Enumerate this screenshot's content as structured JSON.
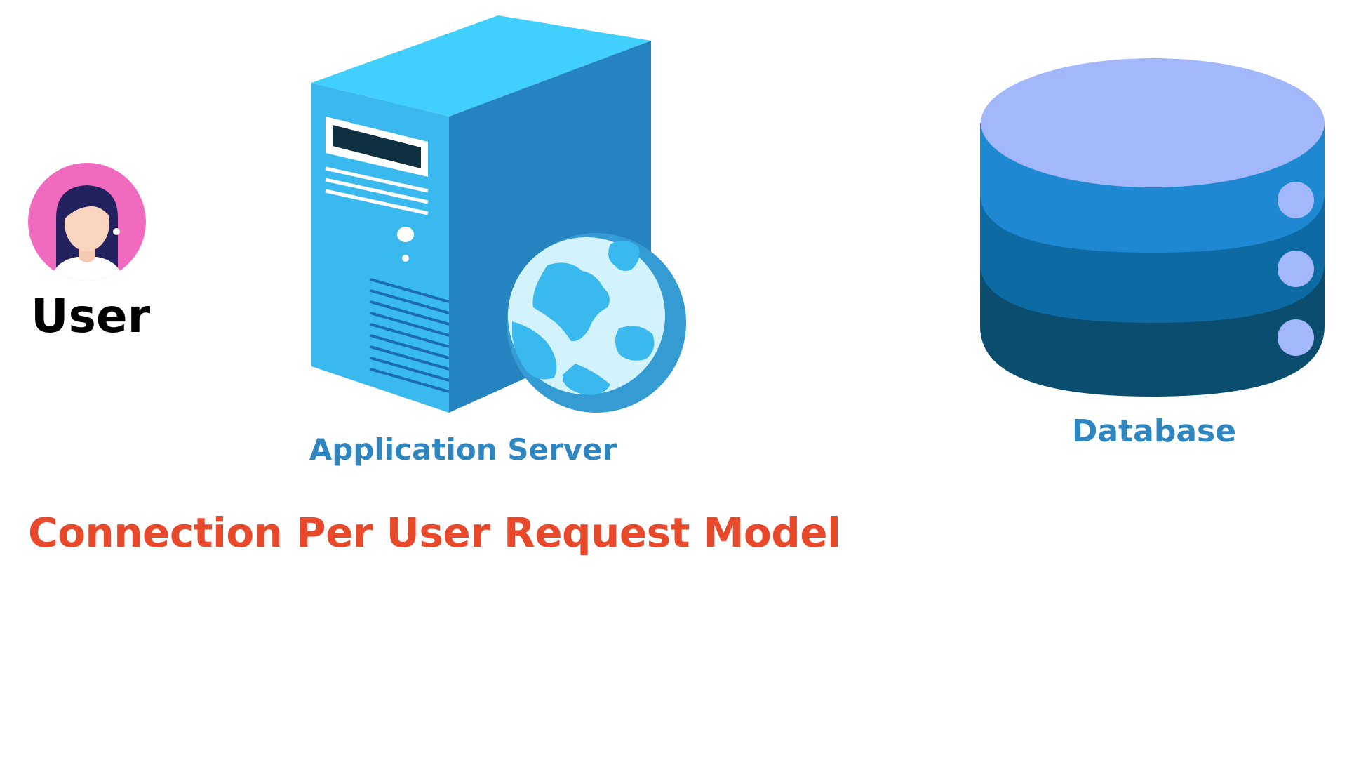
{
  "user": {
    "label": "User",
    "avatar_bg": "#F06AC0",
    "icon": "user-avatar-icon"
  },
  "app_server": {
    "label": "Application Server",
    "label_color": "#2E86C1",
    "icon": "server-globe-icon"
  },
  "database": {
    "label": "Database",
    "label_color": "#2E86C1",
    "icon": "database-icon"
  },
  "title": {
    "text": "Connection Per User Request Model",
    "color": "#E8492B"
  }
}
